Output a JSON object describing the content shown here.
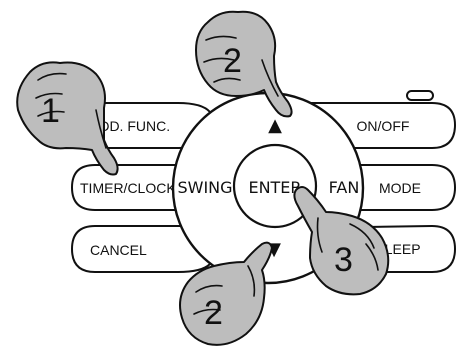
{
  "left_buttons": {
    "add_func": "ADD. FUNC.",
    "timer_clock": "TIMER/CLOCK",
    "cancel": "CANCEL"
  },
  "right_buttons": {
    "on_off": "ON/OFF",
    "mode": "MODE",
    "sleep": "SLEEP"
  },
  "dial": {
    "swing": "SWING",
    "enter": "ENTER",
    "fan": "FAN",
    "up_arrow": "▲",
    "down_arrow": "▼"
  },
  "steps": {
    "step_1": "1",
    "step_2_top": "2",
    "step_2_bottom": "2",
    "step_3": "3"
  },
  "icons": [
    "pointing-hand-icon",
    "up-arrow-icon",
    "down-arrow-icon"
  ],
  "colors": {
    "hand_fill": "#bdbdbd",
    "line": "#111111",
    "background": "#ffffff"
  }
}
